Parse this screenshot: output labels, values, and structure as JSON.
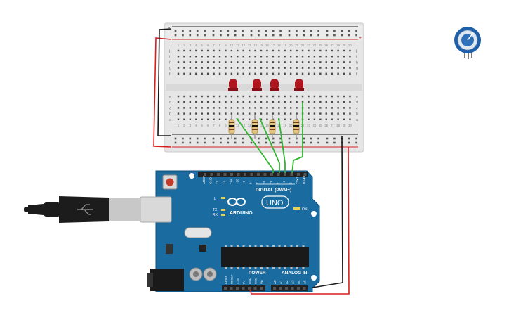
{
  "breadboard": {
    "row_letters_top": [
      "j",
      "i",
      "h",
      "g",
      "f"
    ],
    "row_letters_bottom": [
      "e",
      "d",
      "c",
      "b",
      "a"
    ],
    "column_numbers": [
      "1",
      "2",
      "3",
      "4",
      "5",
      "6",
      "7",
      "8",
      "9",
      "10",
      "11",
      "12",
      "13",
      "14",
      "15",
      "16",
      "17",
      "18",
      "19",
      "20",
      "21",
      "22",
      "23",
      "24",
      "25",
      "26",
      "27",
      "28",
      "29",
      "30"
    ],
    "rail_plus": "+",
    "rail_minus": "-"
  },
  "arduino": {
    "brand": "ARDUINO",
    "model": "UNO",
    "header_digital_pins": [
      "AREF",
      "GND",
      "13",
      "12",
      "~11",
      "~10",
      "~9",
      "8",
      "7",
      "~6",
      "~5",
      "4",
      "~3",
      "2",
      "TX▸1",
      "RX◂0"
    ],
    "digital_label": "DIGITAL (PWM~)",
    "l_label": "L",
    "tx_label": "TX",
    "rx_label": "RX",
    "on_label": "ON",
    "power_label": "POWER",
    "power_pins": [
      "IOREF",
      "RESET",
      "3.3V",
      "5V",
      "GND",
      "GND",
      "Vin"
    ],
    "analog_label": "ANALOG IN",
    "analog_pins": [
      "A0",
      "A1",
      "A2",
      "A3",
      "A4",
      "A5"
    ]
  },
  "colors": {
    "board_blue": "#1a6ba0",
    "breadboard_body": "#e8e8e8",
    "wire_green": "#2fb52f",
    "wire_red": "#d81f1f",
    "wire_black": "#1a1a1a",
    "led_red": "#b0141c",
    "rail_red": "#d42525",
    "potentiometer_blue": "#1f5fa8"
  },
  "icons": [
    "usb-cable-icon",
    "potentiometer-icon"
  ]
}
